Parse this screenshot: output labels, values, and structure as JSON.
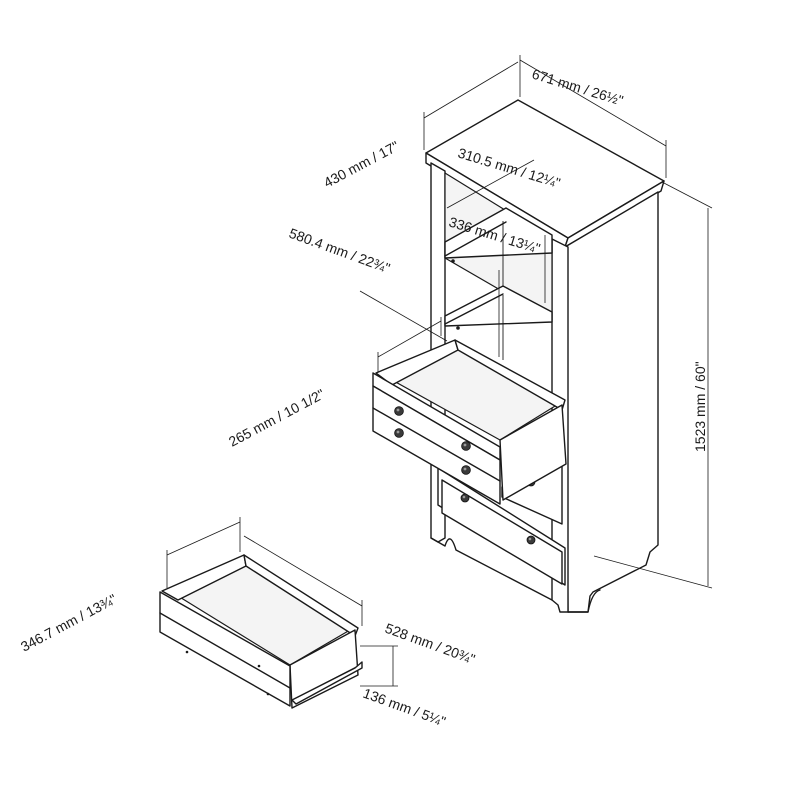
{
  "dimensions": {
    "width": "671 mm / 26½\"",
    "depth": "430 mm / 17\"",
    "shelf_width": "310.5 mm / 12¼\"",
    "shelf_height": "336 mm / 13¼\"",
    "interior_height": "580.4 mm / 22¾\"",
    "drawer_height_open": "265 mm / 10 1/2\"",
    "total_height": "1523 mm / 60\"",
    "drawer_width": "346.7 mm / 13¾\"",
    "drawer_depth": "528 mm / 20¾\"",
    "drawer_front_height": "136 mm / 5¼\""
  }
}
